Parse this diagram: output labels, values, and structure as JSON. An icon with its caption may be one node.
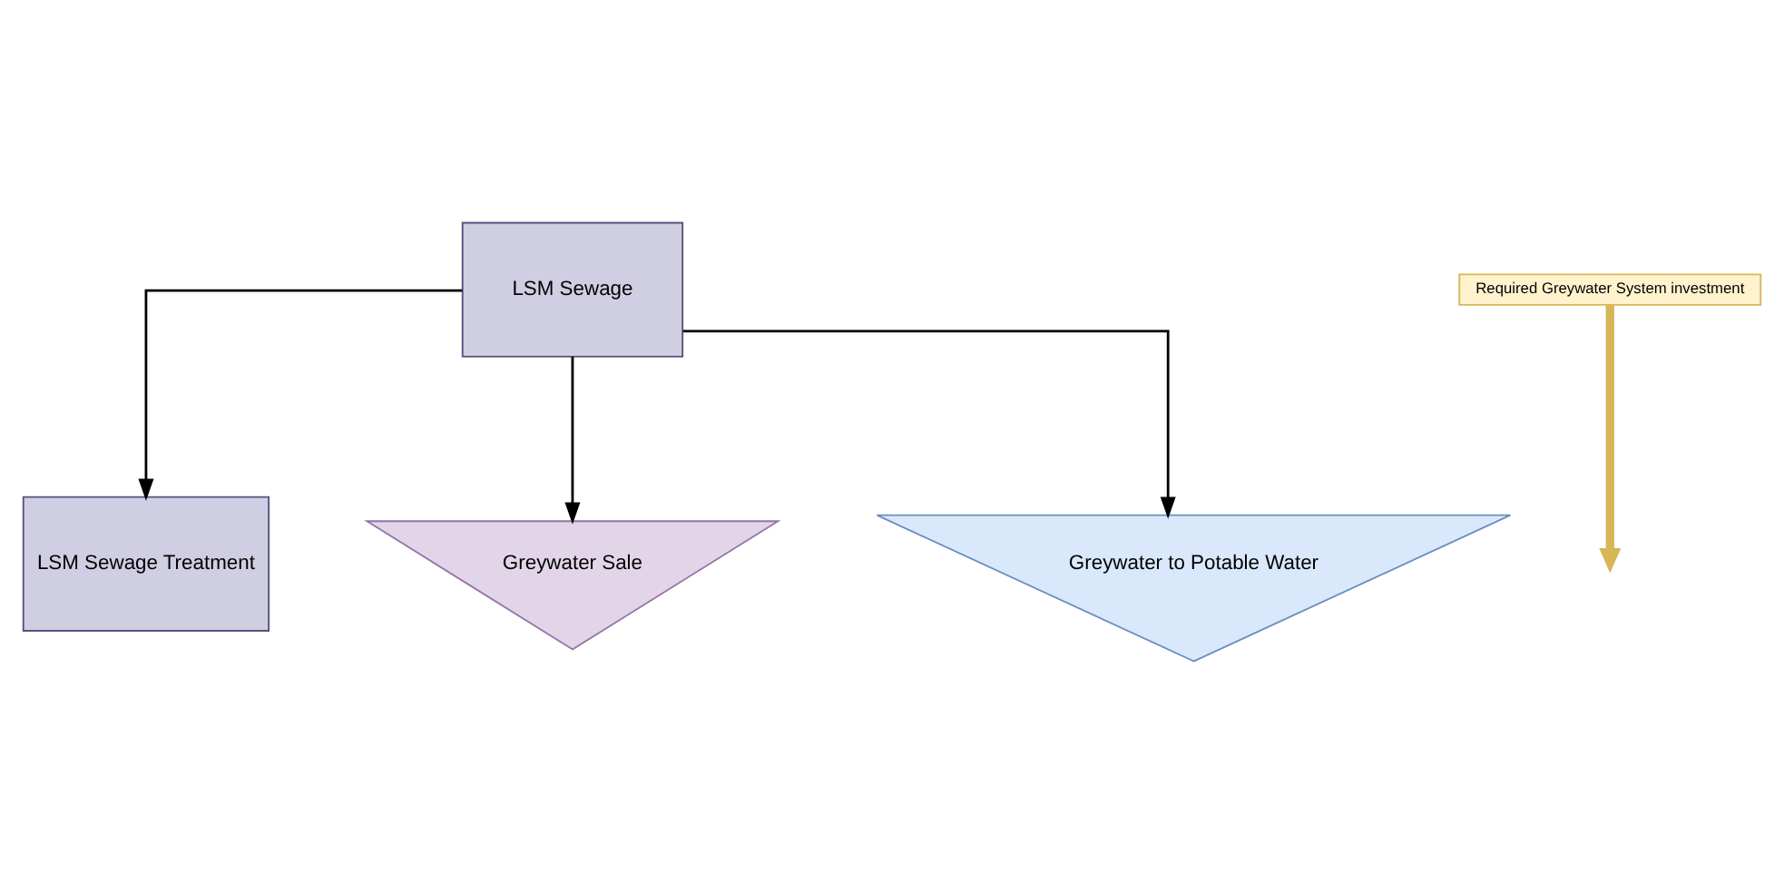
{
  "diagram": {
    "nodes": [
      {
        "text": [
          "LSM Sewage"
        ]
      },
      {
        "text": [
          "LSM Sewage Treatment"
        ]
      },
      {
        "text": [
          "Greywater Sale"
        ]
      },
      {
        "text": [
          "Greywater to Potable Water"
        ]
      },
      {
        "text": [
          "Required Greywater System investment"
        ]
      }
    ],
    "edges": [
      {
        "from": 0,
        "to": 1,
        "arrow": "to"
      },
      {
        "from": 0,
        "to": 2,
        "arrow": "to"
      },
      {
        "from": 0,
        "to": 3,
        "arrow": "to"
      },
      {
        "from": 4,
        "to": null,
        "arrow": "to",
        "style": "thick",
        "color": "#d6b656"
      }
    ]
  }
}
